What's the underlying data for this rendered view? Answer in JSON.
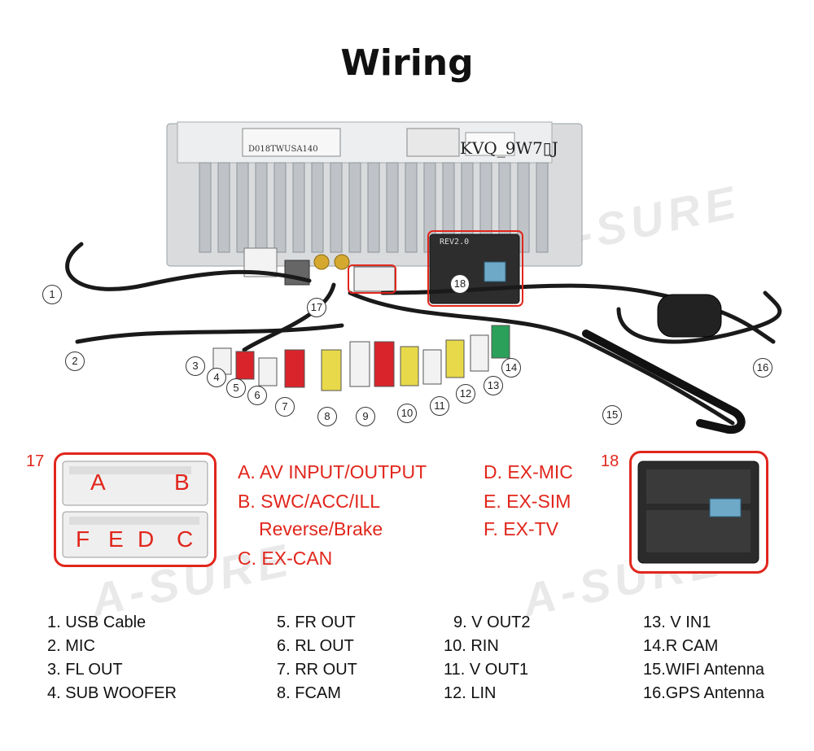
{
  "title": "Wiring",
  "unit_labels": {
    "model": "KVQ_9W7▯J",
    "serial": "D018TWUSA140",
    "rev": "REV2.0"
  },
  "watermark": "A-SURE",
  "callouts": [
    "1",
    "2",
    "3",
    "4",
    "5",
    "6",
    "7",
    "8",
    "9",
    "10",
    "11",
    "12",
    "13",
    "14",
    "15",
    "16",
    "17",
    "18"
  ],
  "connector17": {
    "number": "17",
    "top": [
      "A",
      "B"
    ],
    "bottom": [
      "F",
      "E",
      "D",
      "C"
    ]
  },
  "connector18": {
    "number": "18"
  },
  "legend_left": [
    "A. AV INPUT/OUTPUT",
    "B. SWC/ACC/ILL",
    "Reverse/Brake",
    "C. EX-CAN"
  ],
  "legend_right": [
    "D. EX-MIC",
    "E. EX-SIM",
    "F. EX-TV"
  ],
  "list_col1": [
    "1. USB Cable",
    "2. MIC",
    "3. FL OUT",
    "4. SUB WOOFER"
  ],
  "list_col2": [
    "5. FR OUT",
    "6. RL OUT",
    "7. RR OUT",
    "8. FCAM"
  ],
  "list_col3": [
    "9. V OUT2",
    "10. RIN",
    "11. V OUT1",
    "12. LIN"
  ],
  "list_col4": [
    "13. V IN1",
    "14.R CAM",
    "15.WIFI Antenna",
    "16.GPS Antenna"
  ],
  "colors": {
    "accent_red": "#e1261c",
    "rca_red": "#d8242a",
    "rca_white": "#f2f2f2",
    "rca_yellow": "#e8d94a",
    "rca_green": "#2aa05a"
  }
}
